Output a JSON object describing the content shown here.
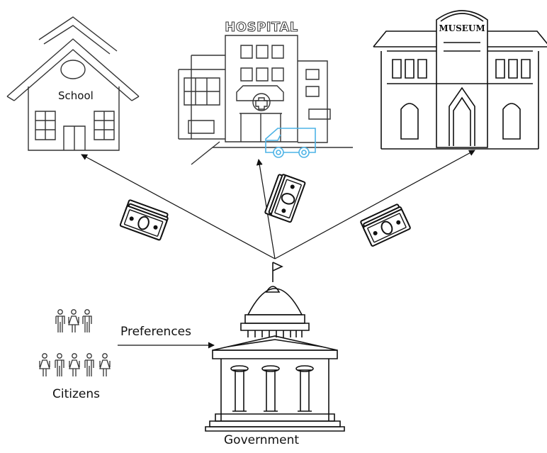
{
  "diagram": {
    "buildings": {
      "school": {
        "label": "School"
      },
      "hospital": {
        "sign": "HOSPITAL"
      },
      "museum": {
        "sign": "MUSEUM"
      },
      "government": {
        "label": "Government"
      }
    },
    "citizens": {
      "label": "Citizens",
      "count": 8
    },
    "flows": {
      "preferences_label": "Preferences"
    },
    "icons": [
      "school-building-icon",
      "hospital-building-icon",
      "ambulance-icon",
      "museum-building-icon",
      "government-building-icon",
      "person-icon",
      "money-bills-icon"
    ],
    "colors": {
      "line": "#111111",
      "ambulance": "#4db3e6"
    }
  }
}
